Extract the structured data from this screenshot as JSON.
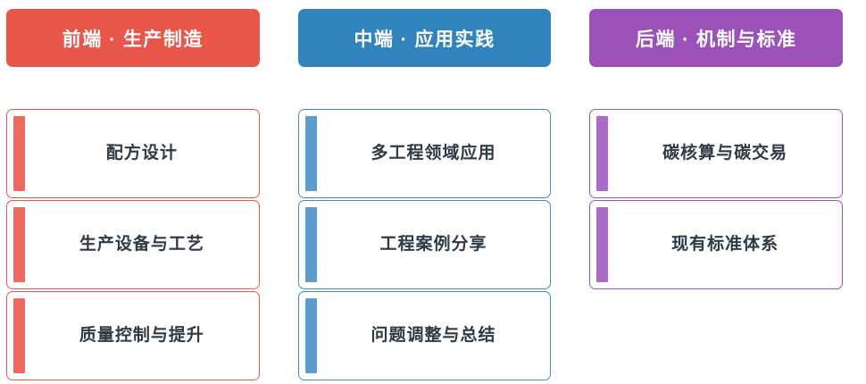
{
  "diagram": {
    "title_text_color": "#ffffff",
    "card_text_color": "#2e3a46",
    "columns": [
      {
        "id": "front-end",
        "header_label": "前端 · 生产制造",
        "color": "#e9574b",
        "border_color": "#e9574b",
        "accent_color": "#ec6b5e",
        "items": [
          {
            "label": "配方设计"
          },
          {
            "label": "生产设备与工艺"
          },
          {
            "label": "质量控制与提升"
          }
        ]
      },
      {
        "id": "middle-end",
        "header_label": "中端 · 应用实践",
        "color": "#3083bc",
        "border_color": "#3b8fc4",
        "accent_color": "#5b9bcd",
        "items": [
          {
            "label": "多工程领域应用"
          },
          {
            "label": "工程案例分享"
          },
          {
            "label": "问题调整与总结"
          }
        ]
      },
      {
        "id": "back-end",
        "header_label": "后端 · 机制与标准",
        "color": "#9b51b8",
        "border_color": "#9b51b8",
        "accent_color": "#ab6ac6",
        "items": [
          {
            "label": "碳核算与碳交易"
          },
          {
            "label": "现有标准体系"
          }
        ]
      }
    ]
  }
}
